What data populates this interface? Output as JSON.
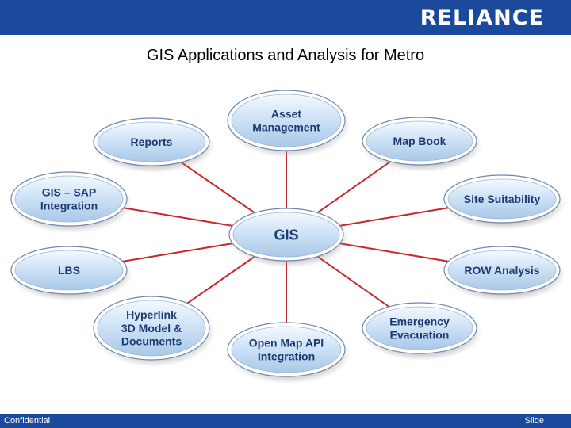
{
  "header": {
    "logo_text": "RELIANCE"
  },
  "title": "GIS Applications and Analysis for Metro",
  "footer": {
    "left": "Confidential",
    "right": "Slide"
  },
  "colors": {
    "bar": "#1b4a9c",
    "connector": "#c8282d",
    "node_fill": "#cfe3f6",
    "node_border": "#6e86ad",
    "label": "#1c3a73"
  },
  "diagram": {
    "center": {
      "id": "gis",
      "lines": [
        "GIS"
      ]
    },
    "nodes": [
      {
        "id": "asset-management",
        "lines": [
          "Asset",
          "Management"
        ]
      },
      {
        "id": "reports",
        "lines": [
          "Reports"
        ]
      },
      {
        "id": "map-book",
        "lines": [
          "Map Book"
        ]
      },
      {
        "id": "gis-sap-integration",
        "lines": [
          "GIS – SAP",
          "Integration"
        ]
      },
      {
        "id": "site-suitability",
        "lines": [
          "Site Suitability"
        ]
      },
      {
        "id": "lbs",
        "lines": [
          "LBS"
        ]
      },
      {
        "id": "row-analysis",
        "lines": [
          "ROW Analysis"
        ]
      },
      {
        "id": "hyperlink-3d-model-documents",
        "lines": [
          "Hyperlink",
          "3D Model &",
          "Documents"
        ]
      },
      {
        "id": "emergency-evacuation",
        "lines": [
          "Emergency",
          "Evacuation"
        ]
      },
      {
        "id": "open-map-api-integration",
        "lines": [
          "Open Map API",
          "Integration"
        ]
      }
    ]
  }
}
